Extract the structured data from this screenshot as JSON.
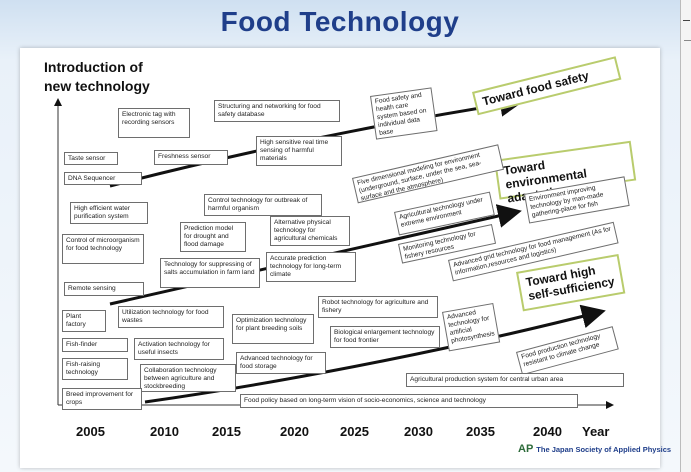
{
  "title": "Food Technology",
  "intro": [
    "Introduction of",
    "new technology"
  ],
  "goals": {
    "safety": "Toward food safety",
    "environment": [
      "Toward environmental",
      "adaptation"
    ],
    "sufficiency": [
      "Toward high",
      "self-sufficiency"
    ]
  },
  "boxes": [
    "Electronic tag with recording sensors",
    "Structuring and networking for food safety database",
    "Food safety and health care system based on individual data base",
    "High sensitive real time sensing of harmful materials",
    "Taste sensor",
    "Freshness sensor",
    "DNA Sequencer",
    "Five dimensional modeling for environment (underground, surface, under the sea, sea-surface and the atmosphere)",
    "High efficient water purification system",
    "Control technology for outbreak of harmful organism",
    "Agricultural technology under extreme environment",
    "Environment improving technology by man-made gathering-place for fish",
    "Control of microorganism for food technology",
    "Prediction model for drought and flood damage",
    "Alternative physical technology for agricultural chemicals",
    "Monitoring technology for fishery resources",
    "Technology for suppressing of salts accumulation in farm land",
    "Accurate prediction technology for long-term climate",
    "Advanced grid technology for food management (As for information,resources and logistics)",
    "Remote sensing",
    "Robot technology for agriculture and fishery",
    "Plant factory",
    "Utilization technology for food wastes",
    "Optimization technology for plant breeding soils",
    "Advanced technology for artificial photosynthesis",
    "Biological enlargement technology for food frontier",
    "Fish-finder",
    "Activation technology for useful insects",
    "Fish-raising technology",
    "Advanced technology for food storage",
    "Food production technology resistant to climate change",
    "Collaboration technology between agriculture and stockbreeding",
    "Agricultural production system for central urban area",
    "Breed improvement for crops",
    "Food policy based on long-term vision of socio-economics, science and technology"
  ],
  "years": [
    "2005",
    "2010",
    "2015",
    "2020",
    "2025",
    "2030",
    "2035",
    "2040"
  ],
  "year_axis_label": "Year",
  "credit": "The Japan Society of Applied Physics",
  "credit_logo": "AP",
  "colors": {
    "title": "#1f3e8a",
    "goal_border": "#b9cc6d"
  }
}
